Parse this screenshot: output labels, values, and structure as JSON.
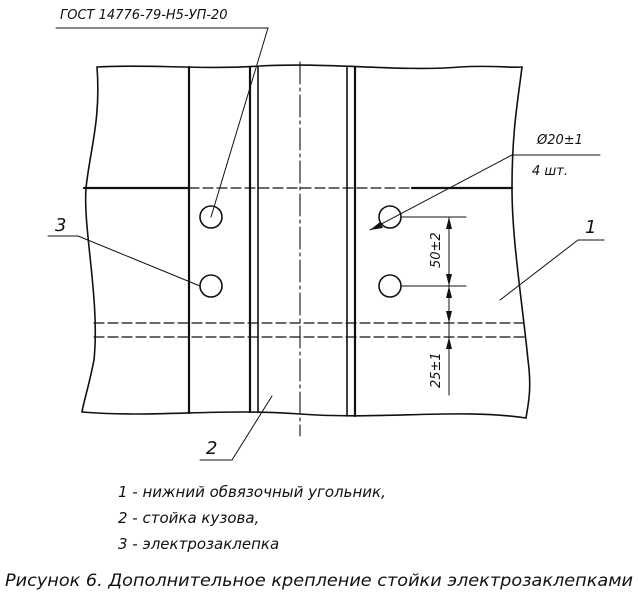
{
  "standard_label": "ГОСТ 14776-79-Н5-УП-20",
  "hole": {
    "diameter": "Ø20±1",
    "count": "4 шт."
  },
  "callouts": {
    "part1": "1",
    "part2": "2",
    "part3": "3"
  },
  "dimensions": {
    "spacing": "50±2",
    "edge_offset": "25±1"
  },
  "legend": [
    "1 - нижний обвязочный угольник,",
    "2 - стойка кузова,",
    "3 - электрозаклепка"
  ],
  "caption": "Рисунок 6. Дополнительное крепление стойки электрозаклепками"
}
